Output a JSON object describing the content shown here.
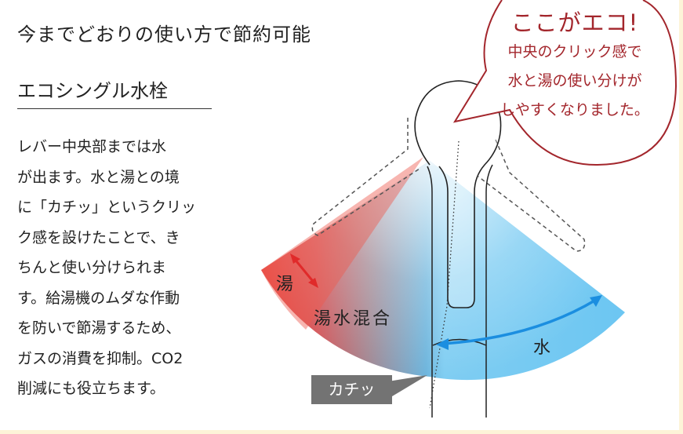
{
  "headline": "今までどおりの使い方で節約可能",
  "product_title": "エコシングル水栓",
  "description_lines": [
    "レバー中央部までは水",
    "が出ます。水と湯との境",
    "に「カチッ」というクリッ",
    "ク感を設けたことで、き",
    "ちんと使い分けられま",
    "す。給湯機のムダな作動",
    "を防いで節湯するため、",
    "ガスの消費を抑制。CO2",
    "削減にも役立ちます。"
  ],
  "callout": {
    "title": "ここがエコ!",
    "lines": [
      "中央のクリック感で",
      "水と湯の使い分けが",
      "しやすくなりました。"
    ]
  },
  "labels": {
    "hot": "湯",
    "mixed": "湯水混合",
    "cold": "水",
    "click": "カチッ"
  },
  "colors": {
    "hot": "#e8403a",
    "cold": "#6cc3ef",
    "accent": "#a3262c",
    "arrow_hot": "#e02a2a",
    "arrow_cold": "#1b8ee0"
  }
}
